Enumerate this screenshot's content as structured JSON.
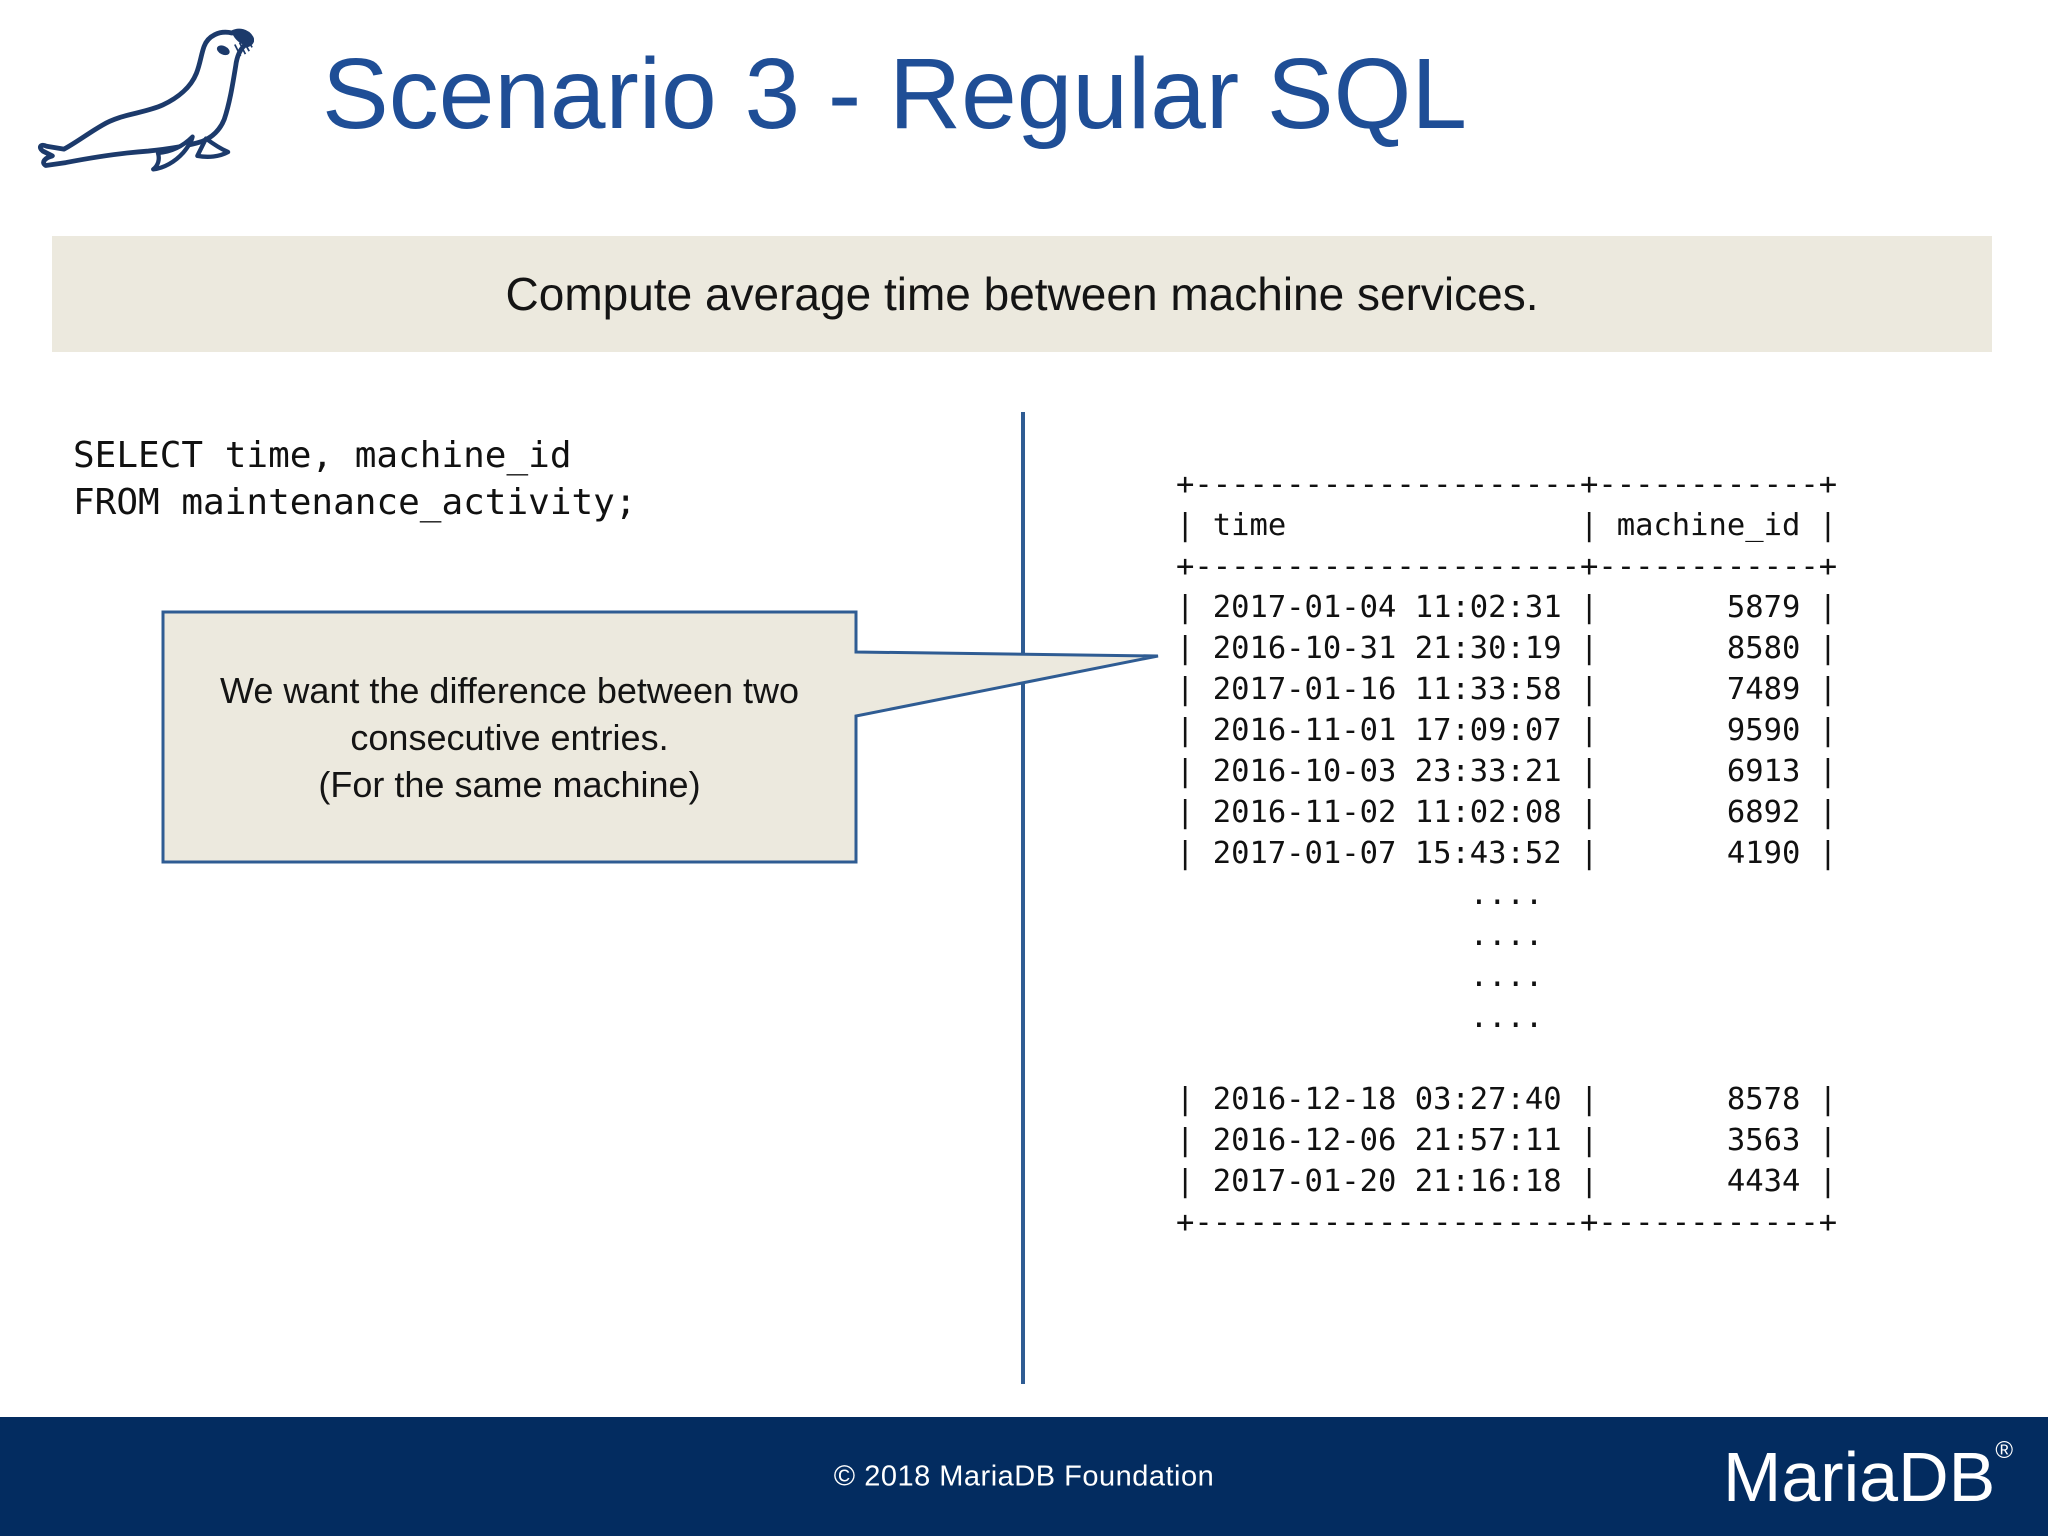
{
  "slide": {
    "title": "Scenario 3 - Regular SQL",
    "banner_text": "Compute average time between machine services.",
    "sql": {
      "lines": [
        "SELECT time, machine_id",
        "FROM maintenance_activity;"
      ]
    },
    "callout": {
      "line1": "We want the difference between two",
      "line2": "consecutive entries.",
      "line3": "(For the same machine)"
    },
    "result_table": {
      "columns": [
        "time",
        "machine_id"
      ],
      "rows_top": [
        {
          "time": "2017-01-04 11:02:31",
          "machine_id": "5879"
        },
        {
          "time": "2016-10-31 21:30:19",
          "machine_id": "8580"
        },
        {
          "time": "2017-01-16 11:33:58",
          "machine_id": "7489"
        },
        {
          "time": "2016-11-01 17:09:07",
          "machine_id": "9590"
        },
        {
          "time": "2016-10-03 23:33:21",
          "machine_id": "6913"
        },
        {
          "time": "2016-11-02 11:02:08",
          "machine_id": "6892"
        },
        {
          "time": "2017-01-07 15:43:52",
          "machine_id": "4190"
        }
      ],
      "ellipsis_lines": [
        "....",
        "....",
        "....",
        "...."
      ],
      "rows_bottom": [
        {
          "time": "2016-12-18 03:27:40",
          "machine_id": "8578"
        },
        {
          "time": "2016-12-06 21:57:11",
          "machine_id": "3563"
        },
        {
          "time": "2017-01-20 21:16:18",
          "machine_id": "4434"
        }
      ]
    }
  },
  "footer": {
    "copyright": "© 2018 MariaDB Foundation",
    "brand": "MariaDB",
    "registered_mark": "®"
  },
  "colors": {
    "title_blue": "#1F4E96",
    "accent_blue": "#2F5C93",
    "beige": "#ECE9DE",
    "footer_navy": "#032C60",
    "text_black": "#141414"
  }
}
